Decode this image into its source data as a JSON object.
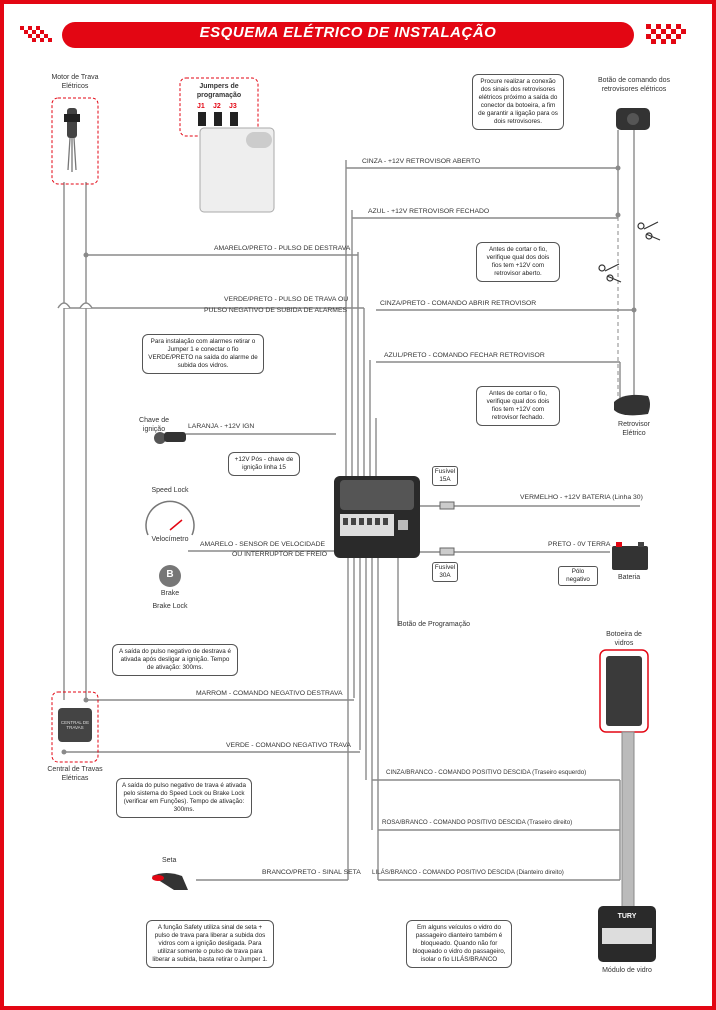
{
  "title": "ESQUEMA ELÉTRICO DE INSTALAÇÃO",
  "jumpers": {
    "title": "Jumpers de programação",
    "labels": [
      "J1",
      "J2",
      "J3"
    ]
  },
  "components": {
    "motor": "Motor de Trava Elétricos",
    "central": "Central de Travas Elétricas",
    "central_device": "CENTRAL DE TRAVAS",
    "mirror_button": "Botão de comando dos retrovisores elétricos",
    "mirror": "Retrovisor Elétrico",
    "ignition": "Chave de ignição",
    "speed_lock": "Speed Lock",
    "speedometer": "Velocímetro",
    "brake_letter": "B",
    "brake": "Brake",
    "brake_lock": "Brake Lock",
    "fuse1": "Fusível 15A",
    "fuse2": "Fusível 30A",
    "battery": "Bateria",
    "negative_pole": "Pólo negativo",
    "prog_button": "Botão de Programação",
    "window_switch": "Botoeira de vidros",
    "window_module": "Módulo de vidro",
    "window_module_brand": "TURY",
    "turn_signal": "Seta"
  },
  "wires": {
    "cinza": "CINZA - +12V RETROVISOR ABERTO",
    "azul": "AZUL - +12V RETROVISOR FECHADO",
    "amarelo_preto": "AMARELO/PRETO - PULSO DE DESTRAVA",
    "verde_preto_1": "VERDE/PRETO - PULSO DE TRAVA OU",
    "verde_preto_2": "PULSO NEGATIVO DE SUBIDA DE ALARMES",
    "cinza_preto": "CINZA/PRETO - COMANDO ABRIR RETROVISOR",
    "azul_preto": "AZUL/PRETO - COMANDO FECHAR RETROVISOR",
    "laranja": "LARANJA - +12V IGN",
    "vermelho": "VERMELHO - +12V BATERIA (Linha 30)",
    "preto": "PRETO - 0V TERRA",
    "amarelo_1": "AMARELO - SENSOR DE VELOCIDADE",
    "amarelo_2": "OU INTERRUPTOR DE FREIO",
    "marrom": "MARROM - COMANDO NEGATIVO DESTRAVA",
    "verde": "VERDE - COMANDO NEGATIVO TRAVA",
    "cinza_branco": "CINZA/BRANCO - COMANDO POSITIVO DESCIDA (Traseiro esquerdo)",
    "rosa_branco": "ROSA/BRANCO - COMANDO POSITIVO DESCIDA (Traseiro direito)",
    "branco_preto": "BRANCO/PRETO - SINAL SETA",
    "lilas_branco": "LILÁS/BRANCO - COMANDO POSITIVO DESCIDA (Dianteiro direito)"
  },
  "notes": {
    "mirror_connection": "Procure realizar a conexão dos sinais dos retrovisores elétricos próximo a saída do conector da botoeira, a fim de garantir a ligação para os dois retrovisores.",
    "cut_open": "Antes de cortar o fio, verifique qual dos dois fios tem +12V com retrovisor aberto.",
    "cut_closed": "Antes de cortar o fio, verifique qual dos dois fios tem +12V com retrovisor fechado.",
    "alarm": "Para instalação com alarmes retirar o Jumper 1 e conectar o fio VERDE/PRETO na saída do alarme de subida dos vidros.",
    "ign": "+12V Pós - chave de ignição linha 15",
    "unlock_pulse": "A saída do pulso negativo de destrava é ativada após desligar a ignição. Tempo de ativação: 300ms.",
    "lock_pulse": "A saída do pulso negativo de trava é ativada pelo sistema do Speed Lock ou Brake Lock (verificar em Funções). Tempo de ativação: 300ms.",
    "safety": "A função Safety utiliza sinal de seta + pulso de trava para liberar a subida dos vidros com a ignição desligada. Para utilizar somente o pulso de trava para liberar a subida, basta retirar o Jumper 1.",
    "lilas": "Em alguns veículos o vidro do passageiro dianteiro também é bloqueado. Quando não for bloqueado o vidro do passageiro, isolar o fio LILÁS/BRANCO"
  },
  "colors": {
    "accent": "#e30613",
    "line": "#8a8a8a",
    "device": "#2a2a2a"
  },
  "icons": [
    "scissors-icon",
    "key-icon",
    "speedometer-icon",
    "brake-icon",
    "battery-icon",
    "mirror-icon",
    "turn-signal-icon",
    "lock-motor-icon"
  ]
}
